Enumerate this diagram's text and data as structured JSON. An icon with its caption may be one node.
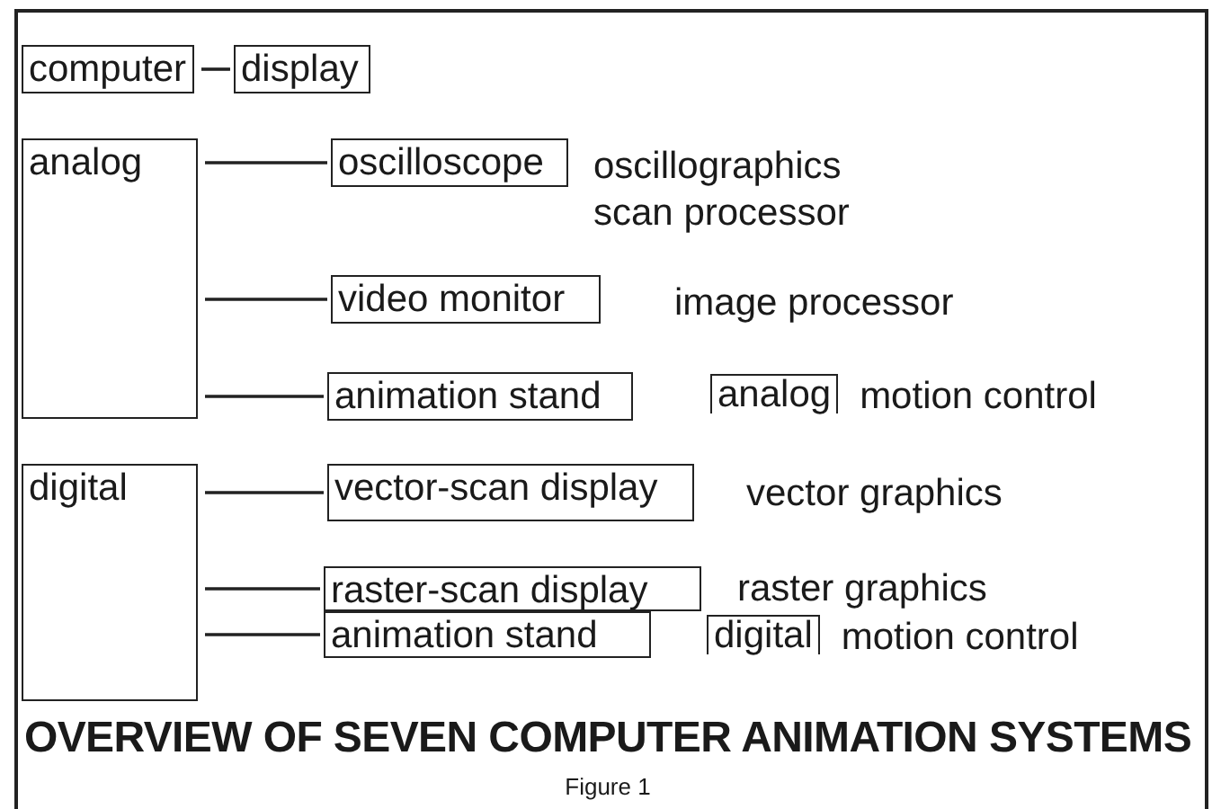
{
  "diagram": {
    "title": "OVERVIEW OF SEVEN COMPUTER ANIMATION SYSTEMS",
    "caption": "Figure 1",
    "nodes": [
      {
        "text": [
          "computer"
        ]
      },
      {
        "text": [
          "display"
        ]
      },
      {
        "text": [
          "analog"
        ]
      },
      {
        "text": [
          "oscilloscope"
        ],
        "beside": [
          "oscillographics scan processor"
        ]
      },
      {
        "text": [
          "video monitor"
        ],
        "beside": [
          "image processor"
        ]
      },
      {
        "text": [
          "animation stand"
        ],
        "beside": [
          "analog",
          "motion control"
        ]
      },
      {
        "text": [
          "digital"
        ]
      },
      {
        "text": [
          "vector-scan display"
        ],
        "beside": [
          "vector graphics"
        ]
      },
      {
        "text": [
          "raster-scan display"
        ],
        "beside": [
          "raster graphics"
        ]
      },
      {
        "text": [
          "animation stand"
        ],
        "beside": [
          "digital",
          "motion control"
        ]
      }
    ],
    "edges": [
      {
        "from": 0,
        "to": 1,
        "arrow": "none"
      },
      {
        "from": 2,
        "to": 3,
        "arrow": "none"
      },
      {
        "from": 2,
        "to": 4,
        "arrow": "none"
      },
      {
        "from": 2,
        "to": 5,
        "arrow": "none"
      },
      {
        "from": 6,
        "to": 7,
        "arrow": "none"
      },
      {
        "from": 6,
        "to": 8,
        "arrow": "none"
      },
      {
        "from": 6,
        "to": 9,
        "arrow": "none"
      }
    ]
  }
}
